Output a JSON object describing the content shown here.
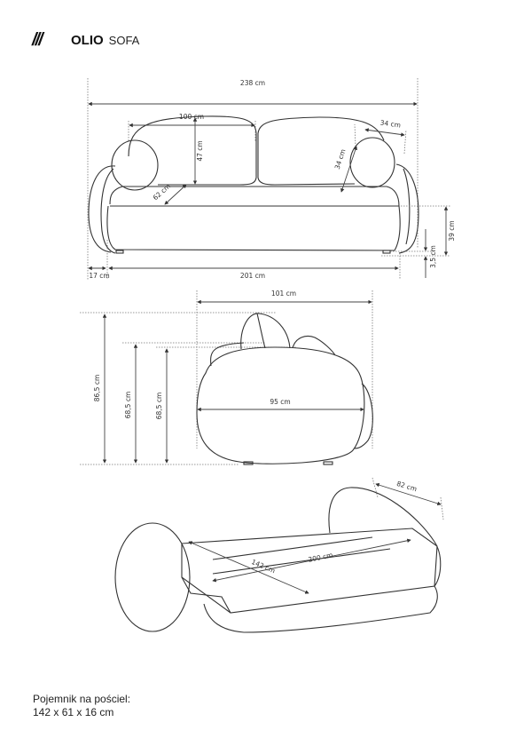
{
  "header": {
    "logo": "///",
    "brand": "OLIO",
    "product": "SOFA"
  },
  "front_view": {
    "total_width": "238 cm",
    "cushion_width": "100 cm",
    "cushion_height": "47 cm",
    "seat_depth": "62 cm",
    "pillow_width": "34 cm",
    "pillow_height": "34 cm",
    "seat_height": "39 cm",
    "leg_height": "3,5 cm",
    "arm_width": "17 cm",
    "seat_width": "201 cm"
  },
  "side_view": {
    "depth": "101 cm",
    "total_height": "86,5 cm",
    "arm_height": "68,5 cm",
    "back_height": "68,5 cm",
    "seat_depth": "95 cm"
  },
  "bed_view": {
    "bed_width_arrow": "82 cm",
    "sleeping_width": "142 cm",
    "sleeping_length": "200 cm"
  },
  "storage_note": {
    "line1": "Pojemnik na pościel:",
    "line2": "142 x 61 x 16 cm"
  }
}
